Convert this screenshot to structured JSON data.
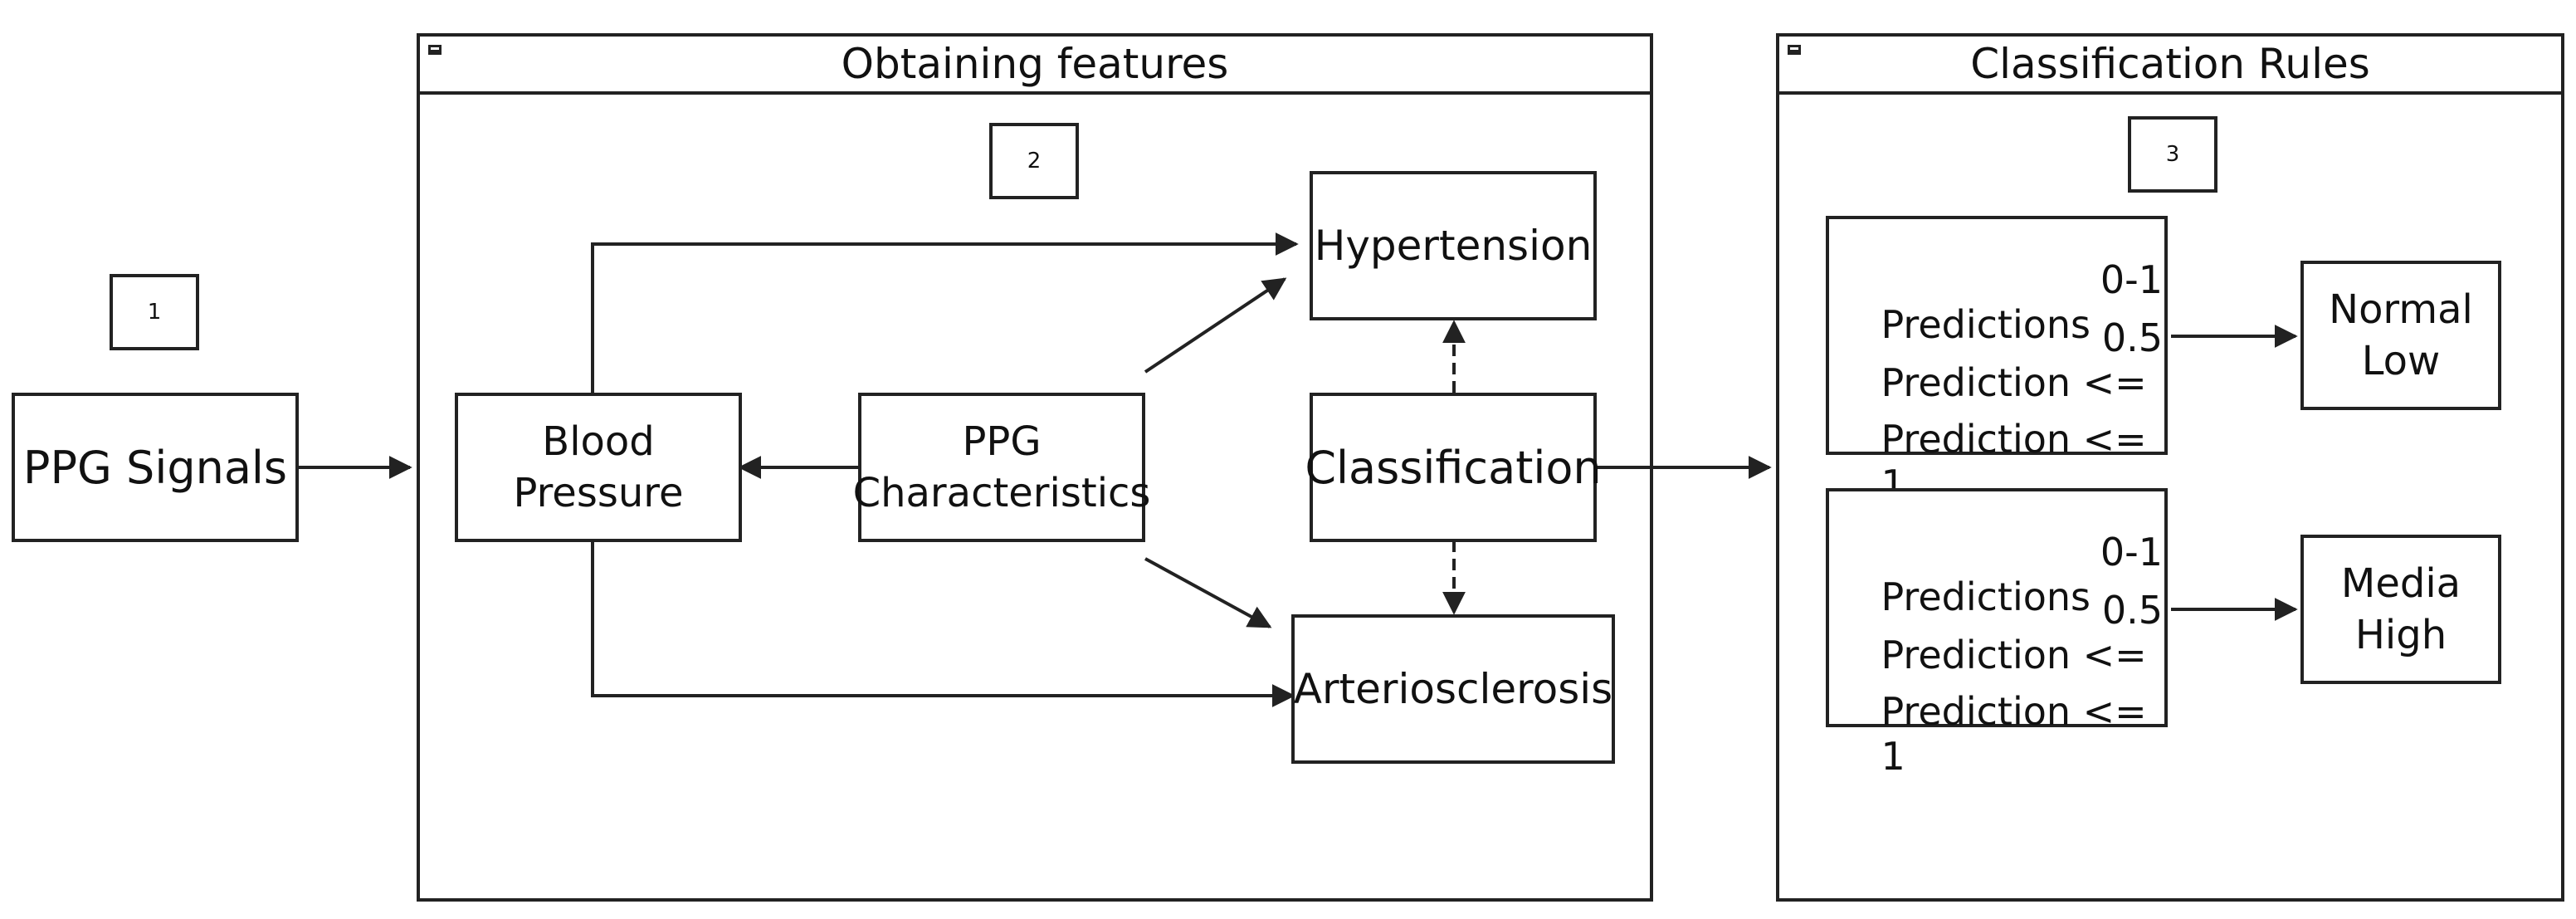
{
  "input": {
    "step_number": "1",
    "label": "PPG Signals"
  },
  "features_panel": {
    "title": "Obtaining features",
    "step_number": "2",
    "blood_pressure": [
      "Blood",
      "Pressure"
    ],
    "ppg_characteristics": [
      "PPG",
      "Characteristics"
    ],
    "hypertension": "Hypertension",
    "classification": "Classification",
    "arteriosclerosis": "Arteriosclerosis"
  },
  "rules_panel": {
    "title": "Classification Rules",
    "step_number": "3",
    "rule_groups": [
      {
        "lines": [
          {
            "text": "Predictions",
            "value": "0-1"
          },
          {
            "text": "Prediction <=",
            "value": "0.5"
          },
          {
            "text": "Prediction <=",
            "value": "1"
          }
        ],
        "outcome": [
          "Normal",
          "Low"
        ]
      },
      {
        "lines": [
          {
            "text": "Predictions",
            "value": "0-1"
          },
          {
            "text": "Prediction <=",
            "value": "0.5"
          },
          {
            "text": "Prediction <=",
            "value": "1"
          }
        ],
        "outcome": [
          "Media",
          "High"
        ]
      }
    ]
  }
}
